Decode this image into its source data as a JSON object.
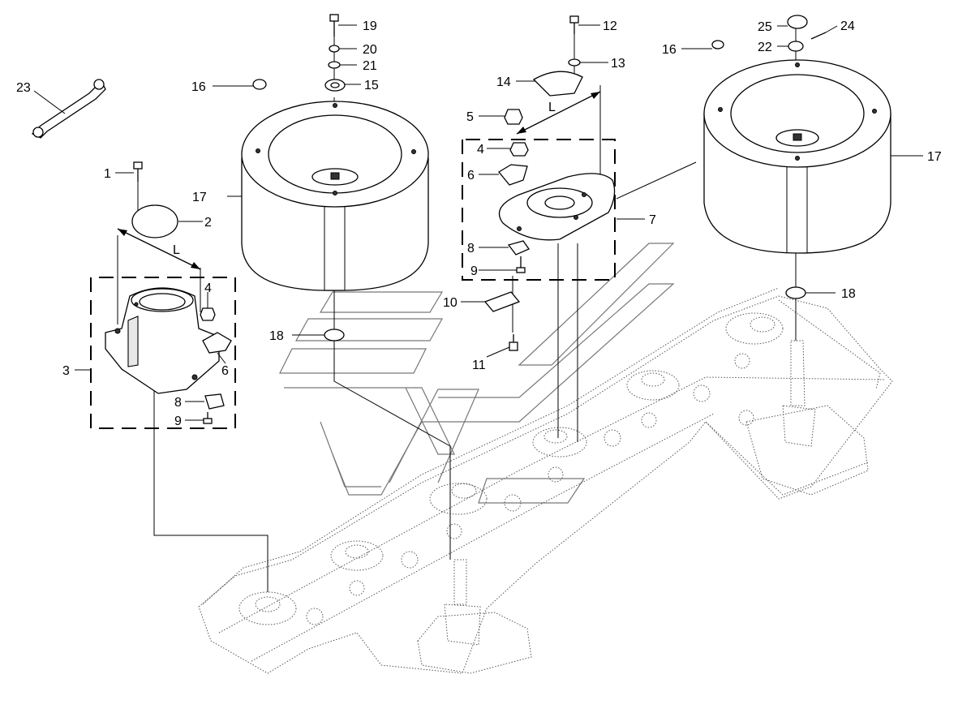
{
  "callouts": {
    "c1": "1",
    "c2": "2",
    "c3": "3",
    "c4a": "4",
    "c4b": "4",
    "c5": "5",
    "c6a": "6",
    "c6b": "6",
    "c7": "7",
    "c8a": "8",
    "c8b": "8",
    "c9a": "9",
    "c9b": "9",
    "c10": "10",
    "c11": "11",
    "c12": "12",
    "c13": "13",
    "c14": "14",
    "c15": "15",
    "c16a": "16",
    "c16b": "16",
    "c17a": "17",
    "c17b": "17",
    "c18a": "18",
    "c18b": "18",
    "c19": "19",
    "c20": "20",
    "c21": "21",
    "c22": "22",
    "c23": "23",
    "c24": "24",
    "c25": "25",
    "dimL1": "L",
    "dimL2": "L"
  }
}
